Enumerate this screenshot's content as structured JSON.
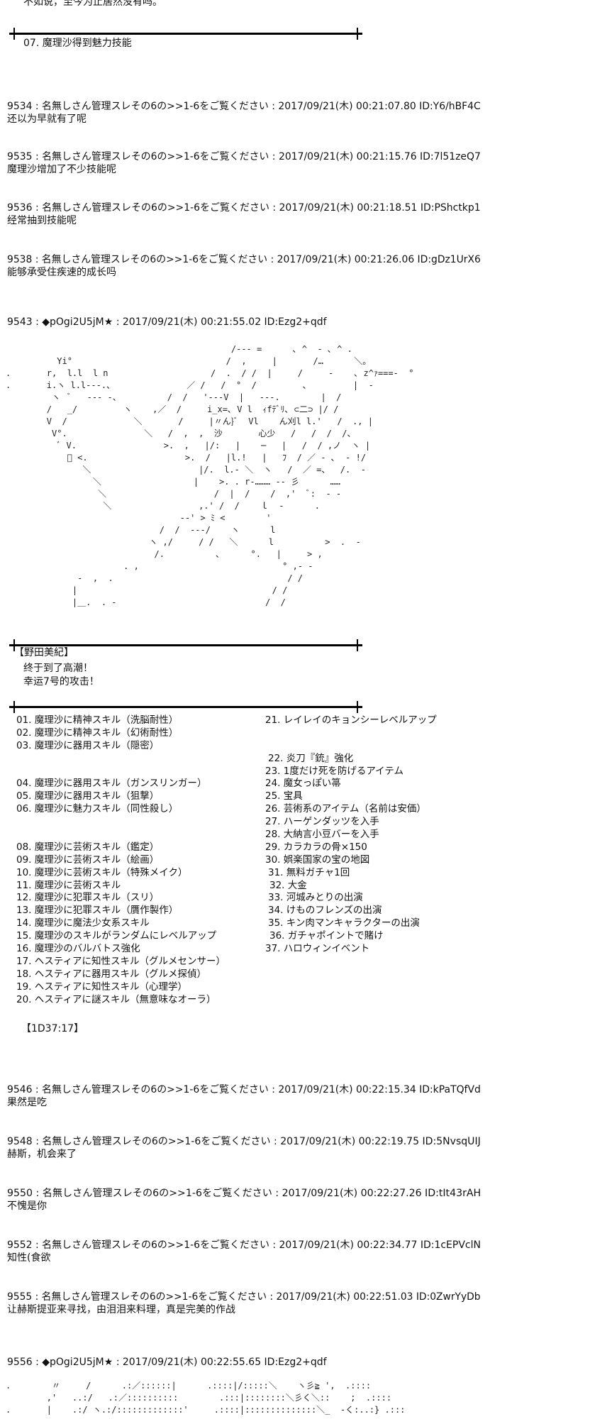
{
  "top_text": "不如说，至今为止居然没有吗。",
  "choice_07": "07. 魔理沙得到魅力技能",
  "posts_a": [
    {
      "header": "9534 : 名無しさん管理スレその6の>>1-6をご覧ください : 2017/09/21(木) 00:21:07.80 ID:Y6/hBF4C",
      "body": "还以为早就有了呢"
    },
    {
      "header": "9535 : 名無しさん管理スレその6の>>1-6をご覧ください : 2017/09/21(木) 00:21:15.76 ID:7l51zeQ7",
      "body": "魔理沙增加了不少技能呢"
    },
    {
      "header": "9536 : 名無しさん管理スレその6の>>1-6をご覧ください : 2017/09/21(木) 00:21:18.51 ID:PShctkp1",
      "body": "经常抽到技能呢"
    },
    {
      "header": "9538 : 名無しさん管理スレその6の>>1-6をご覧ください : 2017/09/21(木) 00:21:26.06 ID:gDz1UrX6",
      "body": "能够承受住疾速的成长吗"
    }
  ],
  "post_9543": {
    "header": "9543 : ◆pOgi2U5jM★ : 2017/09/21(木) 00:21:55.02 ID:Ezg2+qdf",
    "ascii_art": "                                            /‐-‐ =      ､ ^  ‐ ､ ^ .\n          Yi°                              /  ,     |       /…      ＼。\n.       r,  l.l  l n                    /  .  / /  |     /     ‐    ､ z^ｧ===‐  °\n.       i.ヽ l.l‐-‐.、              ／ /   /  °  /         ､         |  ‐\n         ヽ  ﾞ   ‐-‐ ‐、         /  /   '‐‐‐V  |   ‐‐‐.        |  /\n        /   _/         ヽ    ,／  /     i_x=､ V l  ｨfﾃﾞﾘ､ ⊂二⊃ |/ /\n        V  /             ＼       /     |〃ん}ﾞ  Vl    ん刈l l.'   /  ., |\n         V°.               ＼   /  ,  ,  沙       心少   /   /  /  /、\n          ﾞ V.                 >.  ,   |/:   |    ─   |   /  / ,ノ  ヽ |\n            ﾞ <.                   >.  /   |l.!   |   ﾌ  / ／ ‐ ､  ‐ !/\n               ＼                     |/.  l.‐ ＼  ヽ   /  ／ =、  /.  ‐\n                 ＼                  |    >. . r‐……… ‐‐ 彡      ……\n                  ＼                     /  |  /    /  ,'  ﾞ:  ‐ ‐\n                   ＼                 ,.' /  /    ｌ  ‐      .\n                                  ‐‐' > ﾐ <        '\n                              /  /  ‐‐‐/    ヽ      l\n                            ヽ ,/     / /   ＼      l          >  .  ‐\n                             /.          ､      °.   |     > ,\n                       . ,                            ° ,‐ ‐\n              ‐  ,  .                                  / /\n             |                                      / /\n             |＿.  . ‐                             /  /"
  },
  "dialogue": {
    "speaker": "【野田美紀】",
    "lines": [
      "终于到了高潮！",
      "幸运7号的攻击！"
    ]
  },
  "choices_left": [
    "01. 魔理沙に精神スキル（洗脳耐性）",
    "02. 魔理沙に精神スキル（幻術耐性）",
    "03. 魔理沙に器用スキル（隠密）",
    "04. 魔理沙に器用スキル（ガンスリンガー）",
    "05. 魔理沙に器用スキル（狙撃）",
    "06. 魔理沙に魅力スキル（同性殺し）",
    "08. 魔理沙に芸術スキル（鑑定）",
    "09. 魔理沙に芸術スキル（絵画）",
    "10. 魔理沙に芸術スキル（特殊メイク）",
    "11. 魔理沙に芸術スキル",
    "12. 魔理沙に犯罪スキル（スリ）",
    "13. 魔理沙に犯罪スキル（贋作製作）",
    "14. 魔理沙に魔法少女系スキル",
    "15. 魔理沙のスキルがランダムにレベルアップ",
    "16. 魔理沙のバルバトス強化",
    "17. ヘスティアに知性スキル（グルメセンサー）",
    "18. ヘスティアに器用スキル（グルメ探偵）",
    "19. ヘスティアに知性スキル（心理学）",
    "20. ヘスティアに謎スキル（無意味なオーラ）"
  ],
  "choices_right": [
    "21. レイレイのキョンシーレベルアップ",
    "22. 炎刀『銃』強化",
    "23. 1度だけ死を防げるアイテム",
    "24. 魔女っぽい箒",
    "25. 宝具",
    "26. 芸術系のアイテム（名前は安価）",
    "27. ハーゲンダッツを入手",
    "28. 大納言小豆バーを入手",
    "29. カラカラの骨×150",
    "30. 娯楽国家の宝の地図",
    "31. 無料ガチャ1回",
    "32. 大金",
    "33. 河城みとりの出演",
    "34. けものフレンズの出演",
    "35. キン肉マンキャラクターの出演",
    "36. ガチャポイントで賭け",
    "37. ハロウィンイベント"
  ],
  "dice_result": "【1D37:17】",
  "posts_b": [
    {
      "header": "9546 : 名無しさん管理スレその6の>>1-6をご覧ください : 2017/09/21(木) 00:22:15.34 ID:kPaTQfVd",
      "body": "果然是吃"
    },
    {
      "header": "9548 : 名無しさん管理スレその6の>>1-6をご覧ください : 2017/09/21(木) 00:22:19.75 ID:5NvsqUIJ",
      "body": "赫斯，机会来了"
    },
    {
      "header": "9550 : 名無しさん管理スレその6の>>1-6をご覧ください : 2017/09/21(木) 00:22:27.26 ID:tIt43rAH",
      "body": "不愧是你"
    },
    {
      "header": "9552 : 名無しさん管理スレその6の>>1-6をご覧ください : 2017/09/21(木) 00:22:34.77 ID:1cEPVclN",
      "body": "知性(食欲"
    },
    {
      "header": "9555 : 名無しさん管理スレその6の>>1-6をご覧ください : 2017/09/21(木) 00:22:51.03 ID:0ZwrYyDb",
      "body": "让赫斯提亚来寻找，由泪泪来料理，真是完美的作战"
    }
  ],
  "post_9556": {
    "header": "9556 : ◆pOgi2U5jM★ : 2017/09/21(木) 00:22:55.65 ID:Ezg2+qdf",
    "ascii_art": ".        〃     /      .:／::::::|      .::::|/:::::＼    ヽ彡≧ ',  .::::\n        ,'   ..:/   .:／::::::::::        .:::|::::::::＼彡く＼::    ;  .::::\n.       |    .:/ ヽ.:/:::::::::::::'     .::::|::::::::::::::＼_  ‐く:..:} .:::"
  }
}
